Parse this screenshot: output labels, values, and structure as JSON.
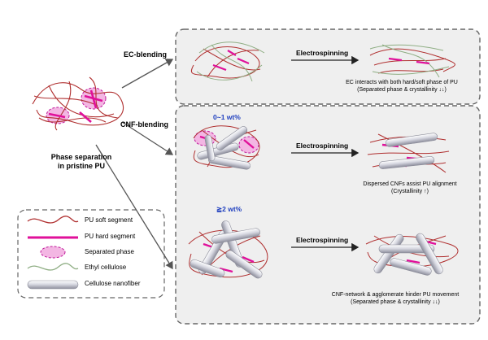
{
  "labels": {
    "pristine": [
      "Phase separation",
      "in pristine PU"
    ],
    "ec_blending": "EC-blending",
    "cnf_blending": "CNF-blending",
    "wt_low": "0~1 wt%",
    "wt_high": "≧2 wt%",
    "electrospinning": "Electrospinning",
    "ec_result": [
      "EC interacts with both hard/soft phase of PU",
      "(Separated phase & crystallinity ↓↓)"
    ],
    "cnf_low_result": [
      "Dispersed CNFs assist PU alignment",
      "(Crystallinity ↑)"
    ],
    "cnf_high_result": [
      "CNF-network & agglomerate hinder PU movement",
      "(Separated phase & crystallinity ↓↓)"
    ]
  },
  "legend": {
    "items": [
      {
        "icon": "pu-soft-segment-icon",
        "label": "PU soft segment"
      },
      {
        "icon": "pu-hard-segment-icon",
        "label": "PU hard segment"
      },
      {
        "icon": "separated-phase-icon",
        "label": "Separated phase"
      },
      {
        "icon": "ethyl-cellulose-icon",
        "label": "Ethyl cellulose"
      },
      {
        "icon": "cellulose-nanofiber-icon",
        "label": "Cellulose nanofiber"
      }
    ]
  },
  "colors": {
    "soft_segment": "#b03030",
    "hard_segment": "#e0109a",
    "separated_phase": "#f3b6e3",
    "ethyl_cellulose": "#8fae84",
    "nanofiber": "#c9cad6",
    "panel_bg": "#efefef",
    "panel_border": "#666666",
    "wt_text": "#1f3fbf"
  }
}
